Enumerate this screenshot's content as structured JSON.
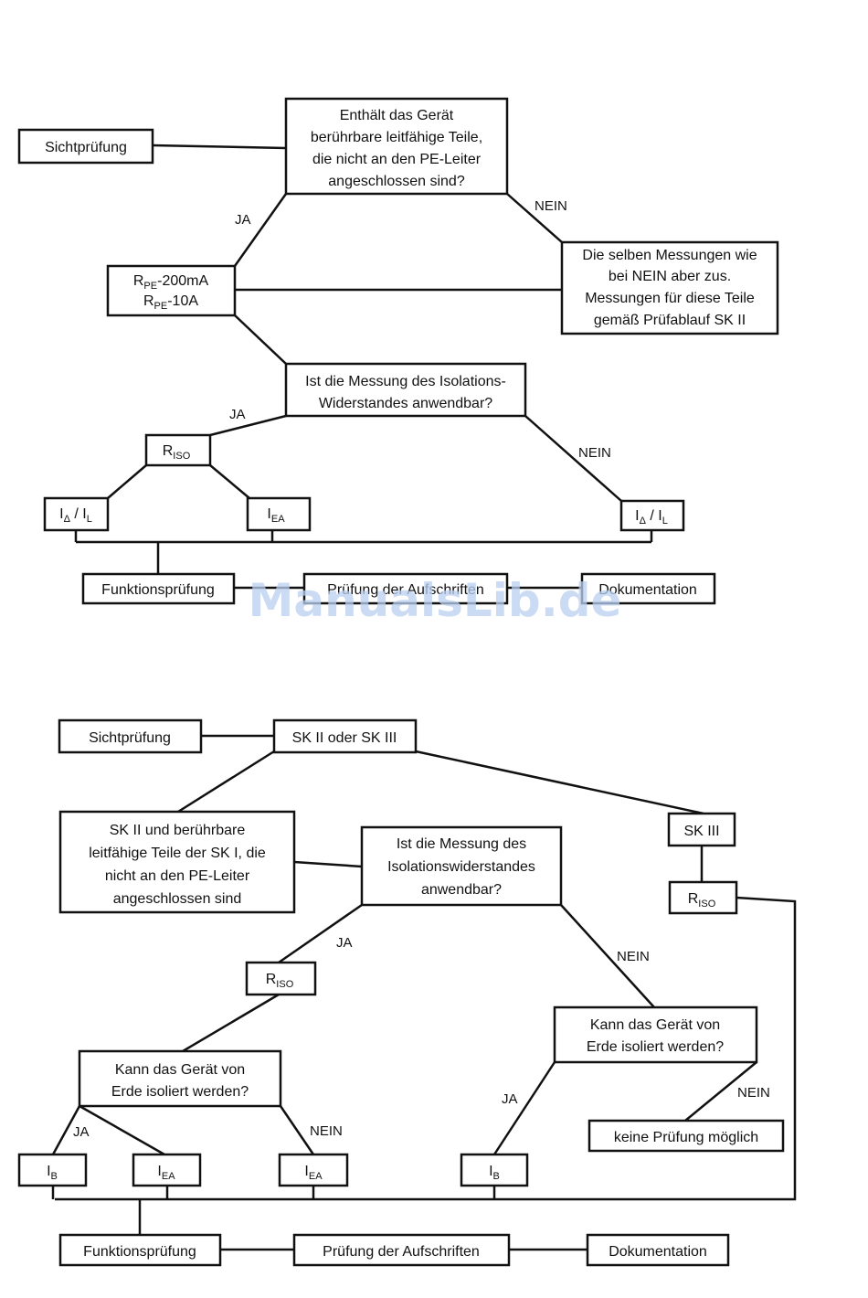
{
  "watermark": "ManualsLib.de",
  "diagram1": {
    "sichtpruefung": "Sichtprüfung",
    "question1": [
      "Enthält das Gerät",
      "berührbare leitfähige Teile,",
      "die nicht an den PE-Leiter",
      "angeschlossen sind?"
    ],
    "ja1": "JA",
    "nein1": "NEIN",
    "nein_box": [
      "Die selben Messungen wie",
      "bei NEIN aber zus.",
      "Messungen für diese Teile",
      "gemäß Prüfablauf SK II"
    ],
    "rpe": {
      "symbol": "R",
      "sub": "PE",
      "line1_suffix": "-200mA",
      "line2_suffix": "-10A"
    },
    "question2": [
      "Ist die Messung des Isolations-",
      "Widerstandes anwendbar?"
    ],
    "ja2": "JA",
    "nein2": "NEIN",
    "riso": {
      "symbol": "R",
      "sub": "ISO"
    },
    "idelta_il": {
      "s1": "I",
      "sub1": "Δ",
      "sep": " / ",
      "s2": "I",
      "sub2": "L"
    },
    "iea": {
      "symbol": "I",
      "sub": "EA"
    },
    "funktion": "Funktionsprüfung",
    "aufschriften": "Prüfung der Aufschriften",
    "dokumentation": "Dokumentation"
  },
  "diagram2": {
    "sichtpruefung": "Sichtprüfung",
    "sk_question": "SK II oder SK III",
    "sk2_box": [
      "SK II und berührbare",
      "leitfähige Teile der SK I, die",
      "nicht an den PE-Leiter",
      "angeschlossen sind"
    ],
    "iso_question": [
      "Ist die Messung des",
      "Isolationswiderstandes",
      "anwendbar?"
    ],
    "sk3": "SK III",
    "riso": {
      "symbol": "R",
      "sub": "ISO"
    },
    "ja1": "JA",
    "nein1": "NEIN",
    "erde_question_left": [
      "Kann das Gerät von",
      "Erde isoliert werden?"
    ],
    "erde_question_right": [
      "Kann das Gerät von",
      "Erde isoliert werden?"
    ],
    "ja2": "JA",
    "nein2": "NEIN",
    "ja3": "JA",
    "nein3": "NEIN",
    "keine_pruefung": "keine Prüfung möglich",
    "ib": {
      "symbol": "I",
      "sub": "B"
    },
    "iea": {
      "symbol": "I",
      "sub": "EA"
    },
    "funktion": "Funktionsprüfung",
    "aufschriften": "Prüfung der Aufschriften",
    "dokumentation": "Dokumentation"
  }
}
